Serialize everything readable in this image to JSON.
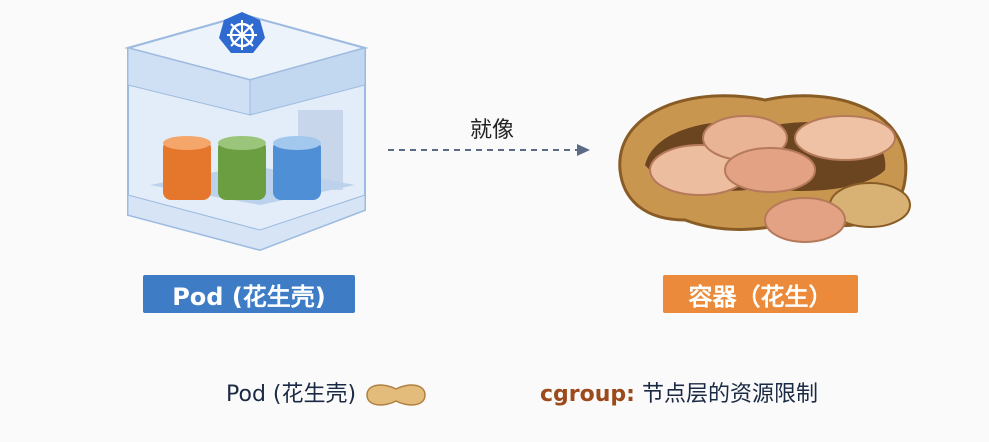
{
  "pod_label": "Pod (花生壳)",
  "container_label": "容器（花生）",
  "arrow_label": "就像",
  "legend": {
    "pod_text": "Pod (花生壳)",
    "cgroup_key": "cgroup:",
    "cgroup_desc": "节点层的资源限制"
  },
  "colors": {
    "pod_blue": "#3f7cc6",
    "container_orange": "#ea8a3a",
    "cgroup_brown": "#9c4a1c"
  }
}
